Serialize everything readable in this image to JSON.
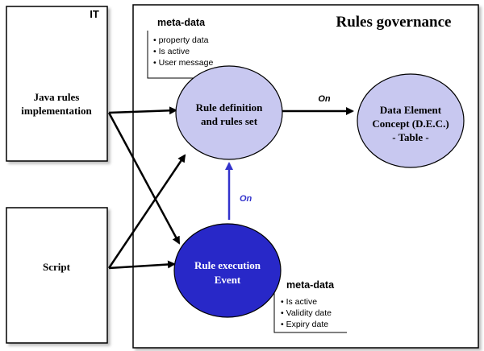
{
  "it_panel": {
    "label": "IT",
    "java_box": {
      "line1": "Java rules",
      "line2": "implementation"
    },
    "script_box": {
      "label": "Script"
    }
  },
  "governance": {
    "title": "Rules governance"
  },
  "meta_data_top": {
    "heading": "meta-data",
    "items": [
      "property data",
      "Is active",
      "User message"
    ]
  },
  "meta_data_bottom": {
    "heading": "meta-data",
    "items": [
      "Is active",
      "Validity date",
      "Expiry date"
    ]
  },
  "nodes": {
    "rule_definition": {
      "line1": "Rule definition",
      "line2": "and rules set"
    },
    "dec": {
      "line1": "Data Element",
      "line2": "Concept (D.E.C.)",
      "line3": "- Table -"
    },
    "rule_execution": {
      "line1": "Rule execution",
      "line2": "Event"
    }
  },
  "edges": {
    "on_horizontal": "On",
    "on_vertical": "On"
  },
  "colors": {
    "light_node_fill": "#c8c8f0",
    "dark_node_fill": "#2828c8",
    "blue_arrow": "#3333cc",
    "outline": "#000000"
  }
}
